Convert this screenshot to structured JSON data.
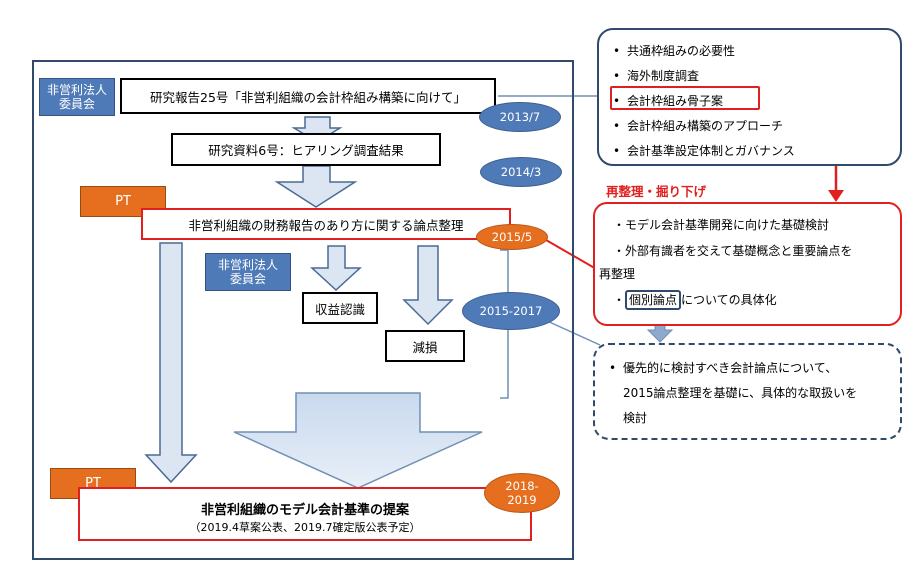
{
  "left_tags": {
    "committee1": "非営利法人\n委員会",
    "committee2": "非営利法人\n委員会"
  },
  "boxes": {
    "report25": "研究報告25号「非営利組織の会計枠組み構築に向けて」",
    "material6": "研究資料6号：ヒアリング調査結果",
    "issues": "非営利組織の財務報告のあり方に関する論点整理",
    "revenue": "収益認識",
    "impairment": "減損",
    "proposal_title": "非営利組織のモデル会計基準の提案",
    "proposal_sub": "（2019.4草案公表、2019.7確定版公表予定）"
  },
  "pt_labels": {
    "pt1": "PT",
    "pt2": "PT"
  },
  "dates": {
    "d1": "2013/7",
    "d2": "2014/3",
    "d3": "2015/5",
    "d4": "2015-2017",
    "d5_line1": "2018-",
    "d5_line2": "2019"
  },
  "top_panel": {
    "items": [
      "共通枠組みの必要性",
      "海外制度調査",
      "会計枠組み骨子案",
      "会計枠組み構築のアプローチ",
      "会計基準設定体制とガバナンス"
    ]
  },
  "red_heading": "再整理・掘り下げ",
  "red_panel": {
    "line1": "・モデル会計基準開発に向けた基礎検討",
    "line2": "・外部有識者を交えて基礎概念と重要論点を",
    "line3": "再整理",
    "line4_pre": "・",
    "line4_boxed": "個別論点",
    "line4_post": "についての具体化"
  },
  "dashed_panel": {
    "bullet": "•",
    "line1": "優先的に検討すべき会計論点について、",
    "line2": "2015論点整理を基礎に、具体的な取扱いを",
    "line3": "検討"
  },
  "colors": {
    "navy": "#2f4a6b",
    "tag_blue": "#4f7ab8",
    "orange": "#e56f1e",
    "red": "#e02020",
    "arrow_fill": "#dce6f2",
    "arrow_stroke": "#4a6a93"
  }
}
